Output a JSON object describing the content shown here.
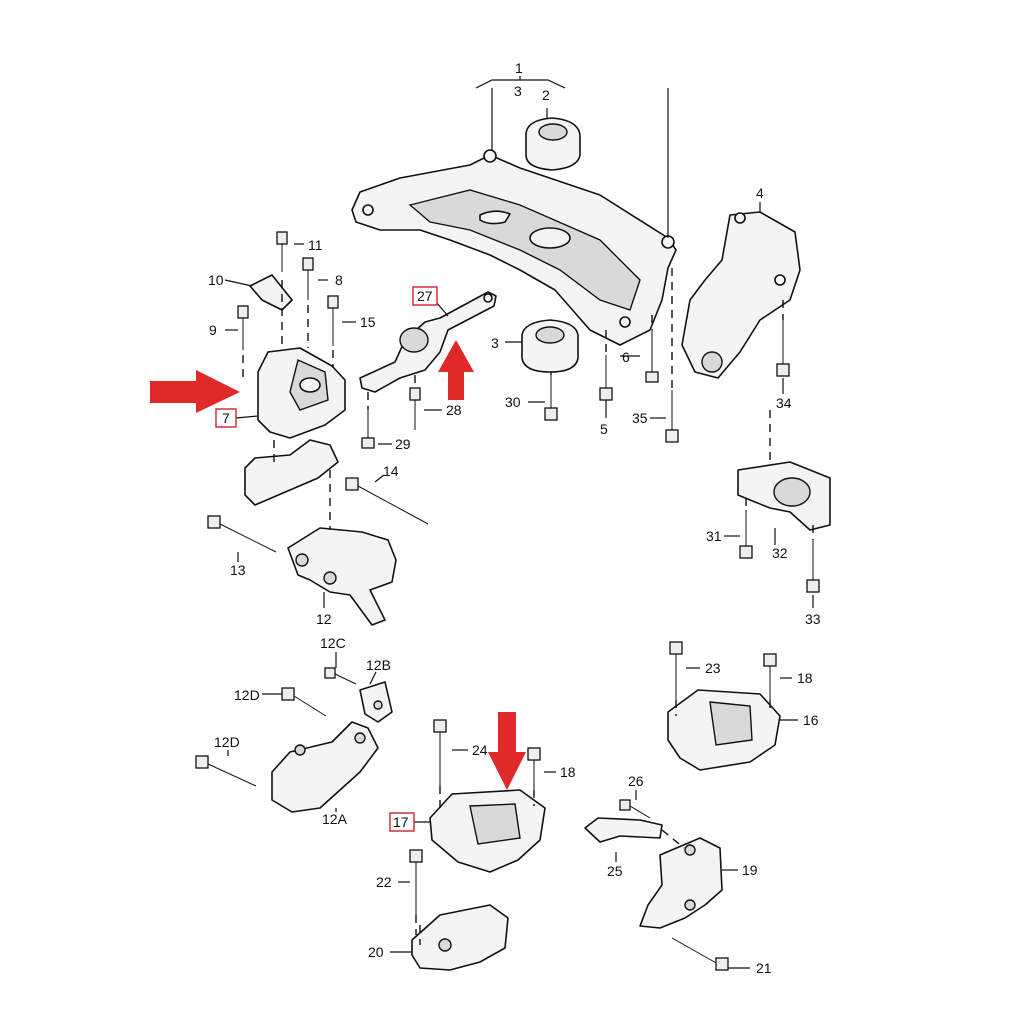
{
  "diagram": {
    "labels": [
      {
        "id": "1",
        "text": "1",
        "boxed": false
      },
      {
        "id": "2",
        "text": "2",
        "boxed": false
      },
      {
        "id": "3a",
        "text": "3",
        "boxed": false
      },
      {
        "id": "3b",
        "text": "3",
        "boxed": false
      },
      {
        "id": "4",
        "text": "4",
        "boxed": false
      },
      {
        "id": "5",
        "text": "5",
        "boxed": false
      },
      {
        "id": "6",
        "text": "6",
        "boxed": false
      },
      {
        "id": "7",
        "text": "7",
        "boxed": true
      },
      {
        "id": "8",
        "text": "8",
        "boxed": false
      },
      {
        "id": "9",
        "text": "9",
        "boxed": false
      },
      {
        "id": "10",
        "text": "10",
        "boxed": false
      },
      {
        "id": "11",
        "text": "11",
        "boxed": false
      },
      {
        "id": "12",
        "text": "12",
        "boxed": false
      },
      {
        "id": "12A",
        "text": "12A",
        "boxed": false
      },
      {
        "id": "12B",
        "text": "12B",
        "boxed": false
      },
      {
        "id": "12C",
        "text": "12C",
        "boxed": false
      },
      {
        "id": "12D_top",
        "text": "12D",
        "boxed": false
      },
      {
        "id": "12D_bottom",
        "text": "12D",
        "boxed": false
      },
      {
        "id": "13",
        "text": "13",
        "boxed": false
      },
      {
        "id": "14",
        "text": "14",
        "boxed": false
      },
      {
        "id": "15",
        "text": "15",
        "boxed": false
      },
      {
        "id": "16",
        "text": "16",
        "boxed": false
      },
      {
        "id": "17",
        "text": "17",
        "boxed": true
      },
      {
        "id": "18a",
        "text": "18",
        "boxed": false
      },
      {
        "id": "18b",
        "text": "18",
        "boxed": false
      },
      {
        "id": "19",
        "text": "19",
        "boxed": false
      },
      {
        "id": "20",
        "text": "20",
        "boxed": false
      },
      {
        "id": "21",
        "text": "21",
        "boxed": false
      },
      {
        "id": "22",
        "text": "22",
        "boxed": false
      },
      {
        "id": "23",
        "text": "23",
        "boxed": false
      },
      {
        "id": "24",
        "text": "24",
        "boxed": false
      },
      {
        "id": "25",
        "text": "25",
        "boxed": false
      },
      {
        "id": "26",
        "text": "26",
        "boxed": false
      },
      {
        "id": "27",
        "text": "27",
        "boxed": true
      },
      {
        "id": "28",
        "text": "28",
        "boxed": false
      },
      {
        "id": "29",
        "text": "29",
        "boxed": false
      },
      {
        "id": "30",
        "text": "30",
        "boxed": false
      },
      {
        "id": "31",
        "text": "31",
        "boxed": false
      },
      {
        "id": "32",
        "text": "32",
        "boxed": false
      },
      {
        "id": "33",
        "text": "33",
        "boxed": false
      },
      {
        "id": "34",
        "text": "34",
        "boxed": false
      },
      {
        "id": "35",
        "text": "35",
        "boxed": false
      }
    ],
    "highlight_color": "#e02a2a",
    "box_color": "#d1232a"
  }
}
